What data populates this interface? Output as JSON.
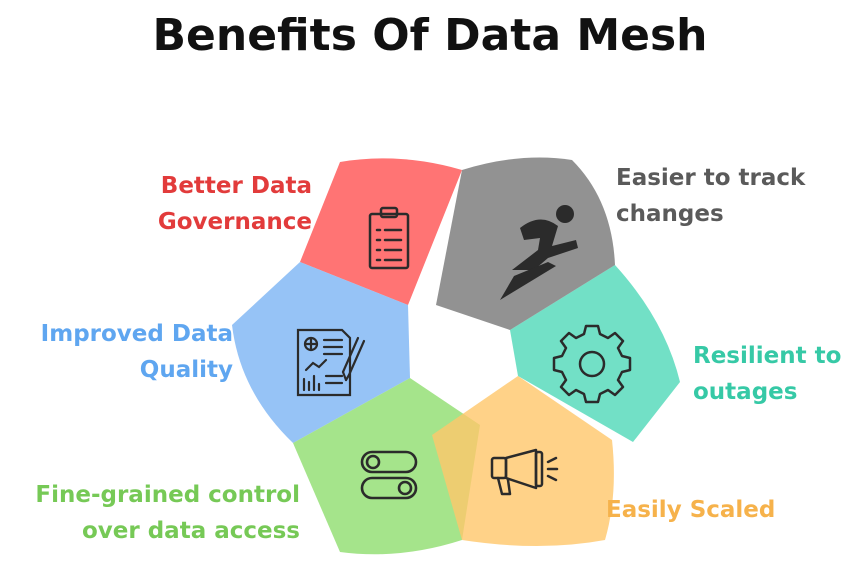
{
  "title": "Benefits Of Data Mesh",
  "petals": [
    {
      "id": "governance",
      "lines": [
        "Better Data",
        "Governance"
      ],
      "color": "#ff5c5c",
      "text_color": "#e23b3b",
      "icon": "clipboard-icon"
    },
    {
      "id": "track",
      "lines": [
        "Easier to track",
        "changes"
      ],
      "color": "#7f7f7f",
      "text_color": "#5a5a5a",
      "icon": "runner-icon"
    },
    {
      "id": "resilient",
      "lines": [
        "Resilient to",
        "outages"
      ],
      "color": "#4fd8b8",
      "text_color": "#36c9a6",
      "icon": "gear-icon"
    },
    {
      "id": "scaled",
      "lines": [
        "Easily Scaled"
      ],
      "color": "#ffc76a",
      "text_color": "#f6b24b",
      "icon": "megaphone-icon"
    },
    {
      "id": "control",
      "lines": [
        "Fine-grained control",
        "over data access"
      ],
      "color": "#8fdd6e",
      "text_color": "#76c956",
      "icon": "toggle-icon"
    },
    {
      "id": "quality",
      "lines": [
        "Improved Data",
        "Quality"
      ],
      "color": "#7cb4f4",
      "text_color": "#5fa6f0",
      "icon": "report-icon"
    }
  ]
}
